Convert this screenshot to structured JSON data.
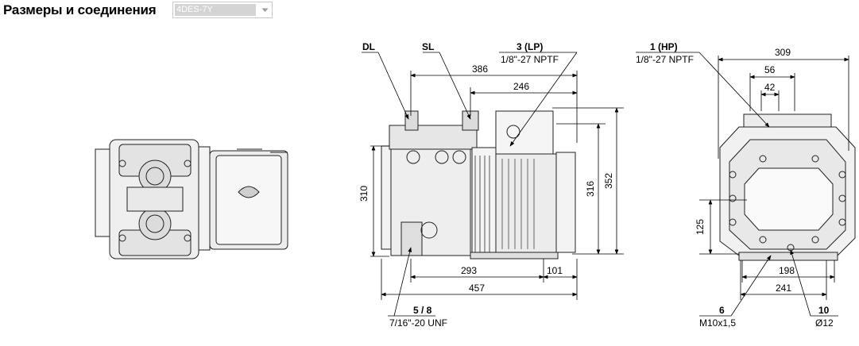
{
  "header": {
    "title": "Размеры и соединения",
    "model_select": {
      "value": "4DES-7Y"
    }
  },
  "side_view": {
    "labels": {
      "dl": "DL",
      "sl": "SL",
      "lp_title": "3 (LP)",
      "lp_thread": "1/8\"-27 NPTF",
      "dim_386": "386",
      "dim_246": "246",
      "dim_310": "310",
      "dim_316": "316",
      "dim_352": "352",
      "dim_293": "293",
      "dim_101": "101",
      "dim_457": "457",
      "conn_58_title": "5 / 8",
      "conn_58_thread": "7/16\"-20 UNF"
    }
  },
  "end_view": {
    "labels": {
      "hp_title": "1 (HP)",
      "hp_thread": "1/8\"-27 NPTF",
      "dim_309": "309",
      "dim_56": "56",
      "dim_42": "42",
      "dim_125": "125",
      "dim_198": "198",
      "dim_241": "241",
      "conn_6_title": "6",
      "conn_6_thread": "M10x1,5",
      "conn_10_title": "10",
      "conn_10_thread": "Ø12"
    }
  }
}
